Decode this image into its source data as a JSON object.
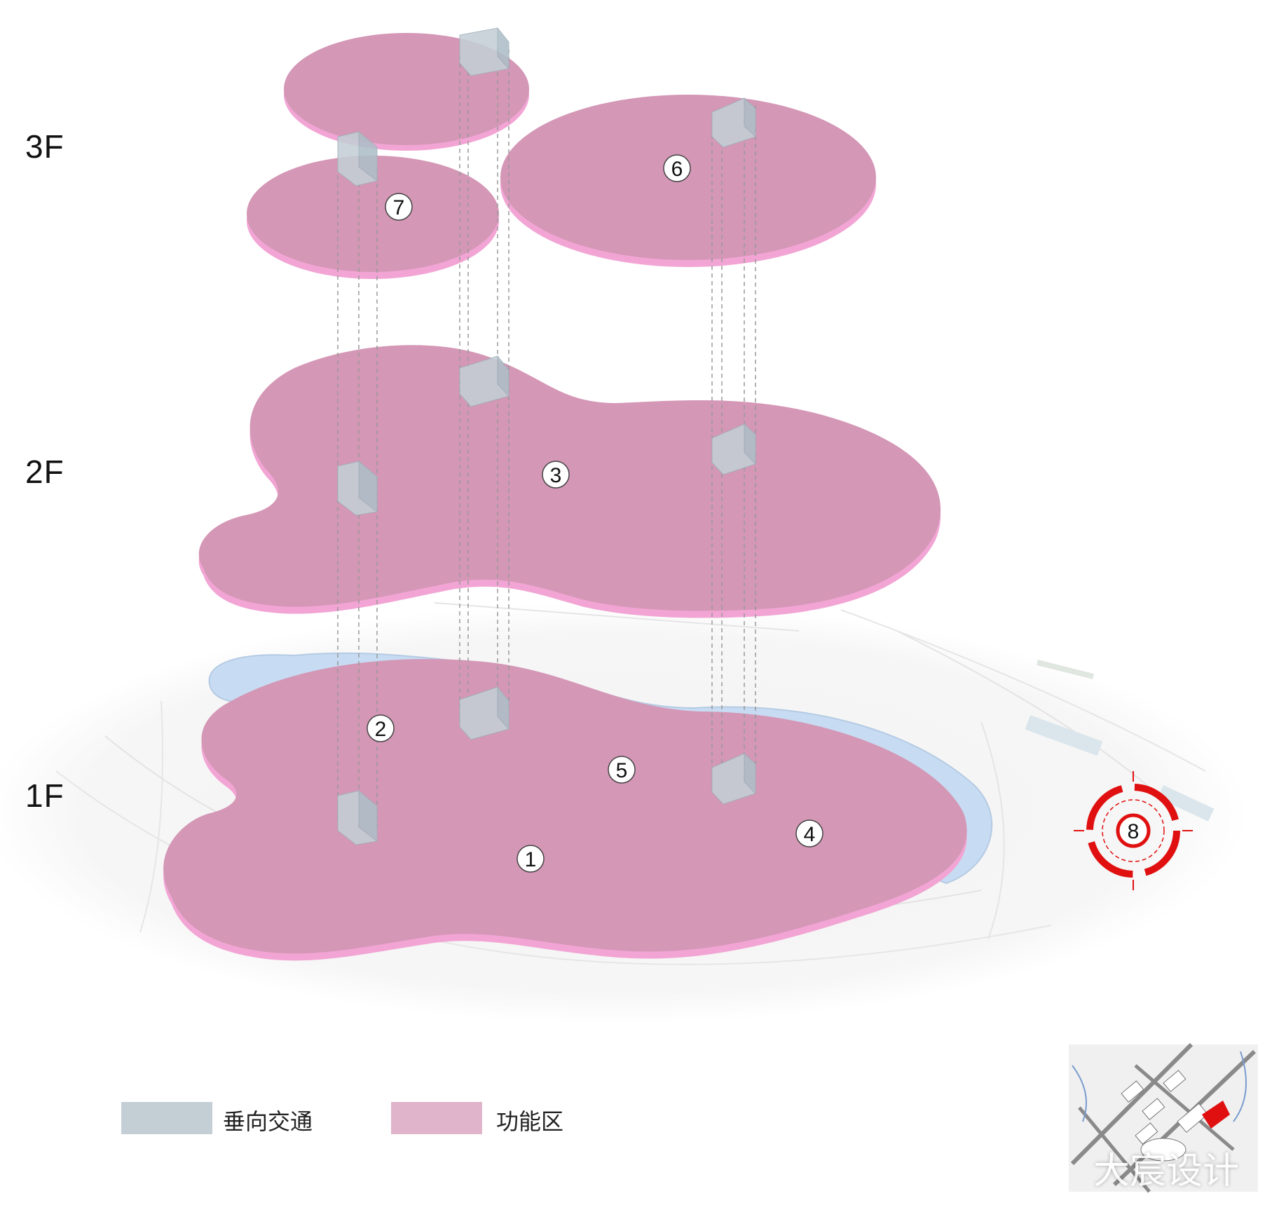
{
  "floors": [
    {
      "id": "1F",
      "label": "1F"
    },
    {
      "id": "2F",
      "label": "2F"
    },
    {
      "id": "3F",
      "label": "3F"
    }
  ],
  "zones": [
    {
      "id": "1",
      "label": "1",
      "floor": "1F"
    },
    {
      "id": "2",
      "label": "2",
      "floor": "1F"
    },
    {
      "id": "3",
      "label": "3",
      "floor": "2F"
    },
    {
      "id": "4",
      "label": "4",
      "floor": "1F"
    },
    {
      "id": "5",
      "label": "5",
      "floor": "1F"
    },
    {
      "id": "6",
      "label": "6",
      "floor": "3F"
    },
    {
      "id": "7",
      "label": "7",
      "floor": "3F"
    },
    {
      "id": "8",
      "label": "8",
      "floor": "site"
    }
  ],
  "legend": {
    "vertical_circulation": {
      "label": "垂向交通",
      "color": "#c3cfd5"
    },
    "function_zone": {
      "label": "功能区",
      "color": "#e0b5cb"
    }
  },
  "colors": {
    "slab": "#d497b6",
    "slab_edge": "#f2a5d4",
    "core": "#aebfc8",
    "water": "#c7dcf2",
    "marker": "#e01010"
  },
  "watermark": "大宸设计",
  "icons": {
    "marker": "target-marker-icon",
    "map": "site-keymap-icon"
  }
}
